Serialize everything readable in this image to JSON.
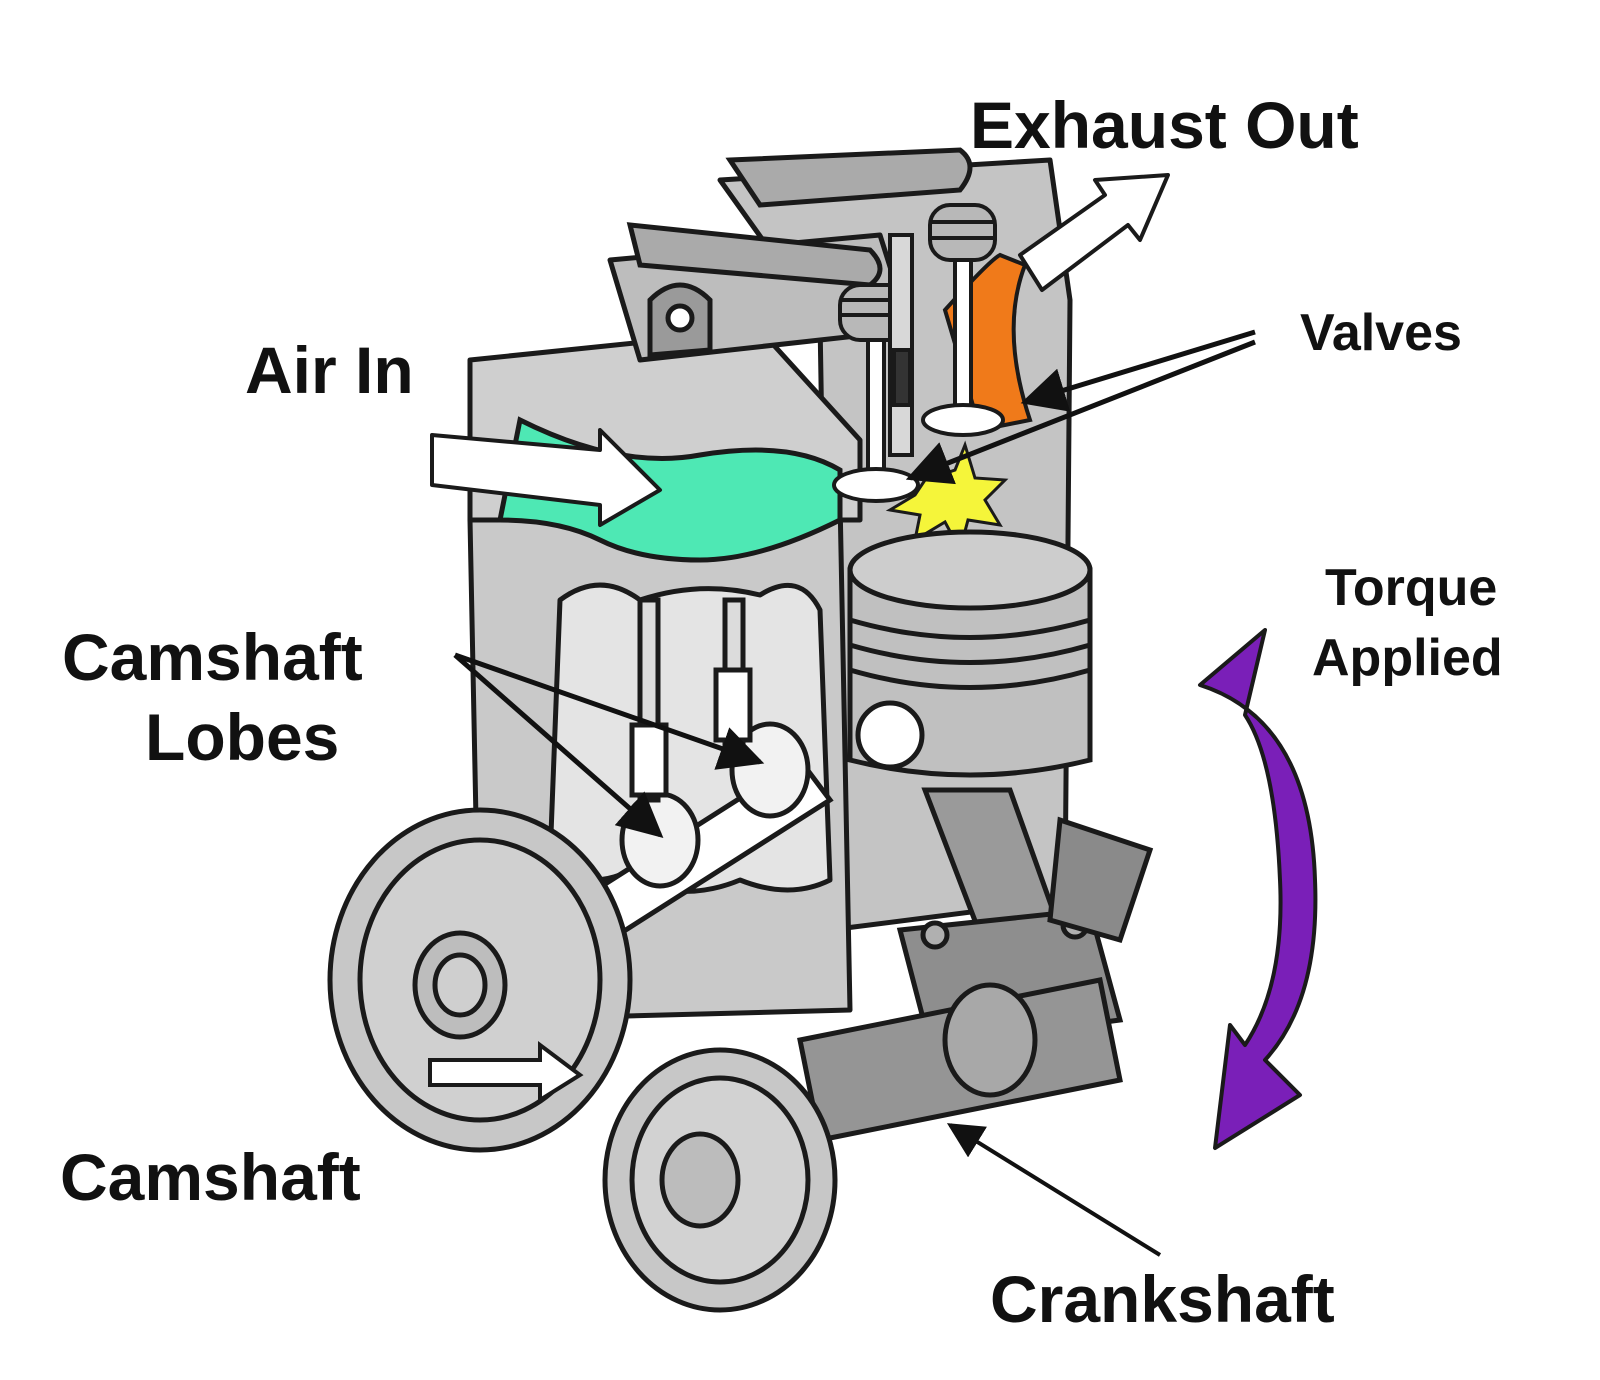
{
  "labels": {
    "exhaust_out": "Exhaust Out",
    "valves": "Valves",
    "air_in": "Air In",
    "camshaft_lobes_line1": "Camshaft",
    "camshaft_lobes_line2": "Lobes",
    "torque_line1": "Torque",
    "torque_line2": "Applied",
    "camshaft": "Camshaft",
    "crankshaft": "Crankshaft"
  },
  "colors": {
    "engine_body": "#c9c9c9",
    "engine_dark": "#8e8e8e",
    "outline": "#1a1a1a",
    "intake_port": "#4ee8b4",
    "exhaust_port": "#f07a1a",
    "combustion": "#f5f53a",
    "torque_arrow": "#7a1fb8",
    "flow_arrow": "#ffffff"
  }
}
